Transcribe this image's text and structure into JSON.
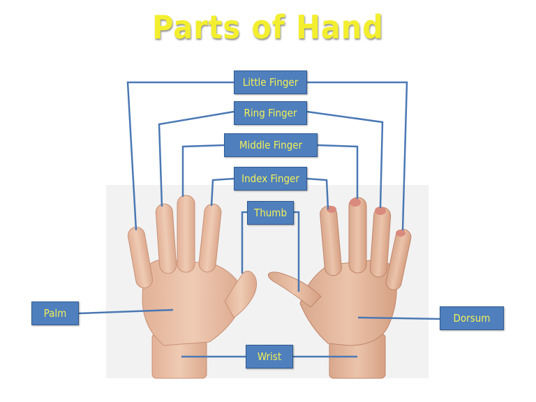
{
  "title": "Parts of Hand",
  "colors": {
    "title": "#f3ef2e",
    "label_fill": "#4f7fbd",
    "label_text": "#f2f05a",
    "leader_line": "#4a78b4",
    "photo_background": "#f2f2f2",
    "skin": "#e8bfa4"
  },
  "labels": {
    "little_finger": "Little Finger",
    "ring_finger": "Ring Finger",
    "middle_finger": "Middle Finger",
    "index_finger": "Index Finger",
    "thumb": "Thumb",
    "palm": "Palm",
    "dorsum": "Dorsum",
    "wrist": "Wrist"
  }
}
